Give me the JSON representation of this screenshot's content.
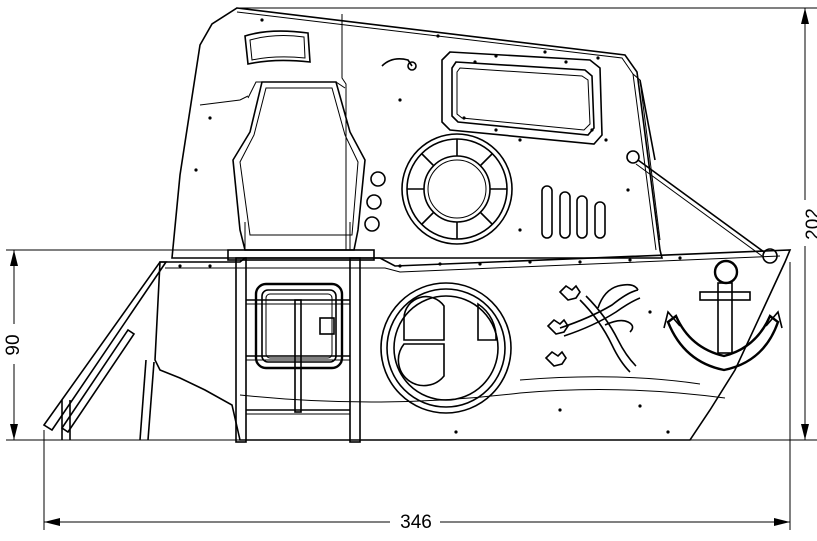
{
  "dimensions": {
    "height_total": "202",
    "height_lower": "90",
    "width": "346"
  },
  "colors": {
    "line": "#000000",
    "background": "#ffffff"
  }
}
